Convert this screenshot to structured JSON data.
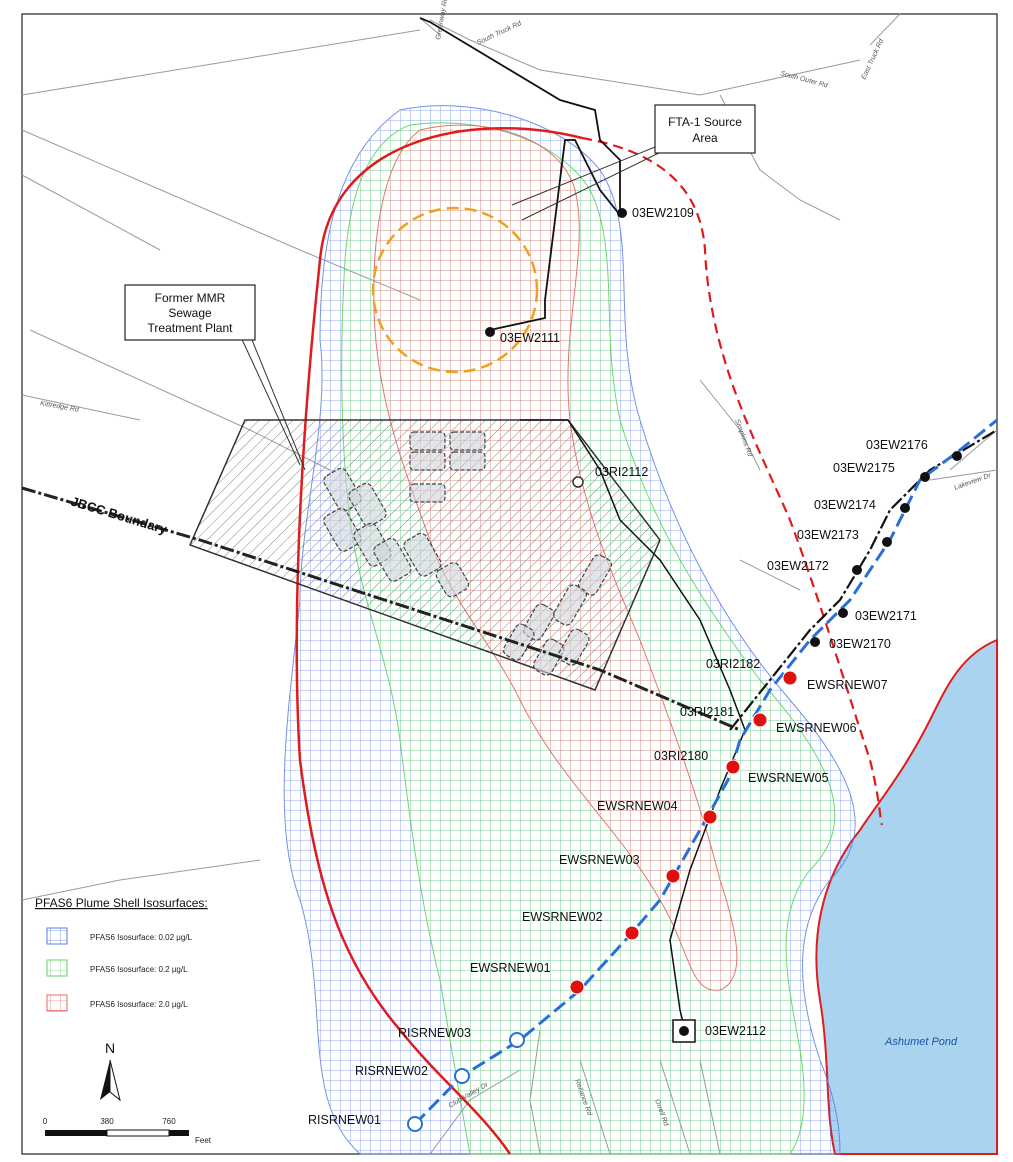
{
  "callouts": {
    "fta_source": {
      "line1": "FTA-1 Source",
      "line2": "Area"
    },
    "sewage_plant": {
      "line1": "Former MMR",
      "line2": "Sewage",
      "line3": "Treatment Plant"
    }
  },
  "boundary_label": "JBCC Boundary",
  "pond_label": "Ashumet Pond",
  "roads": {
    "south_truck": "South Truck Rd",
    "south_outer": "South Outer Rd",
    "east_truck": "East Truck Rd",
    "greenway": "Greenway Rd",
    "lakeview": "Lakeview Dr",
    "kittredge": "Kittredge Rd",
    "club_valley": "Club Valley Dr",
    "reliance": "Reliance Rd",
    "orrell": "Orrell Rd",
    "simpkins": "Simpkins Rd"
  },
  "wells": {
    "ew2109": "03EW2109",
    "ew2111": "03EW2111",
    "ew2112": "03EW2112",
    "ew2170": "03EW2170",
    "ew2171": "03EW2171",
    "ew2172": "03EW2172",
    "ew2173": "03EW2173",
    "ew2174": "03EW2174",
    "ew2175": "03EW2175",
    "ew2176": "03EW2176",
    "ri2112": "03RI2112",
    "ri2180": "03RI2180",
    "ri2181": "03RI2181",
    "ri2182": "03RI2182",
    "ewsr01": "EWSRNEW01",
    "ewsr02": "EWSRNEW02",
    "ewsr03": "EWSRNEW03",
    "ewsr04": "EWSRNEW04",
    "ewsr05": "EWSRNEW05",
    "ewsr06": "EWSRNEW06",
    "ewsr07": "EWSRNEW07",
    "risr01": "RISRNEW01",
    "risr02": "RISRNEW02",
    "risr03": "RISRNEW03"
  },
  "legend": {
    "title": "PFAS6 Plume Shell Isosurfaces:",
    "items": [
      {
        "label": "PFAS6 Isosurface: 0.02 µg/L",
        "color": "#5b7fe0"
      },
      {
        "label": "PFAS6 Isosurface: 0.2 µg/L",
        "color": "#5fd35f"
      },
      {
        "label": "PFAS6 Isosurface: 2.0 µg/L",
        "color": "#e86a6a"
      }
    ]
  },
  "north_arrow": "N",
  "scale_bar": {
    "ticks": [
      "0",
      "380",
      "760"
    ],
    "unit": "Feet"
  },
  "colors": {
    "red_boundary": "#e01b1b",
    "orange_circle": "#f0a020",
    "blue_pipe": "#2a6fd6",
    "pond": "#a9d3ef",
    "well_red": "#e01010",
    "well_black": "#111111"
  }
}
